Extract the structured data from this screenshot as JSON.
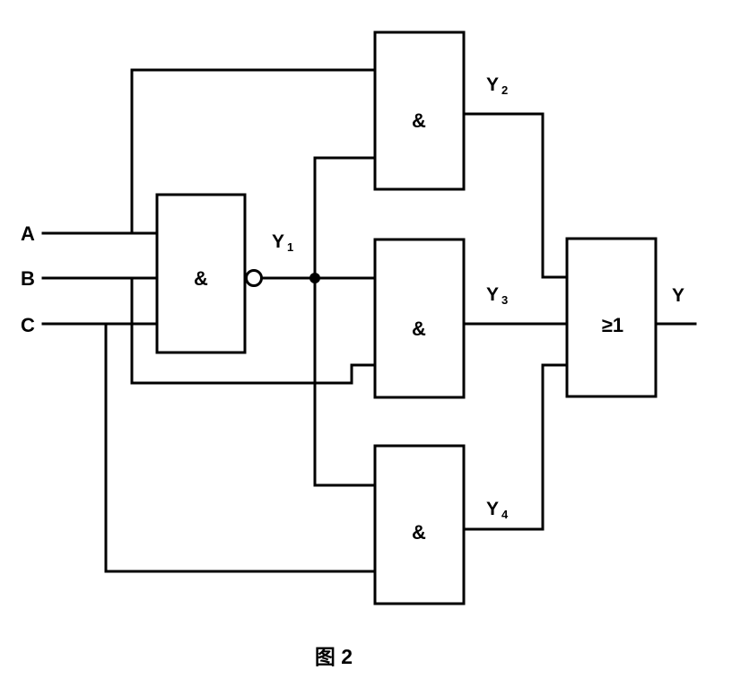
{
  "inputs": {
    "a": "A",
    "b": "B",
    "c": "C"
  },
  "gates": {
    "nand_y1": "&",
    "and_y2": "&",
    "and_y3": "&",
    "and_y4": "&",
    "or_out": "≥1"
  },
  "signals": {
    "y1": {
      "base": "Y",
      "sub": "1"
    },
    "y2": {
      "base": "Y",
      "sub": "2"
    },
    "y3": {
      "base": "Y",
      "sub": "3"
    },
    "y4": {
      "base": "Y",
      "sub": "4"
    },
    "y": "Y"
  },
  "caption": "图 2"
}
